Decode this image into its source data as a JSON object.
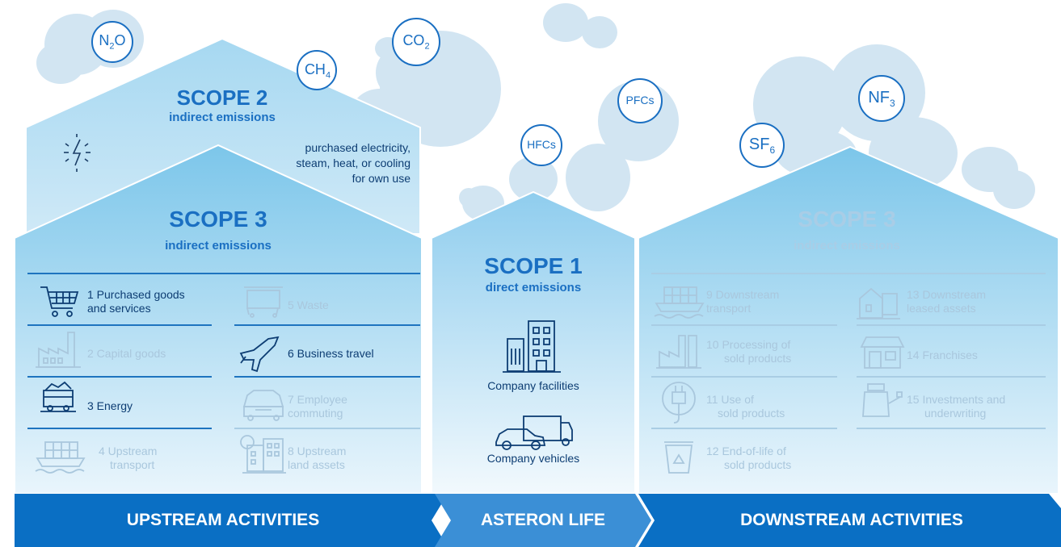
{
  "gases": {
    "n2o": {
      "main": "N",
      "sub": "2",
      "tail": "O"
    },
    "ch4": {
      "main": "CH",
      "sub": "4"
    },
    "co2": {
      "main": "CO",
      "sub": "2"
    },
    "pfcs": {
      "main": "PFCs"
    },
    "hfcs": {
      "main": "HFCs"
    },
    "sf6": {
      "main": "SF",
      "sub": "6"
    },
    "nf3": {
      "main": "NF",
      "sub": "3"
    }
  },
  "scope2": {
    "title": "SCOPE 2",
    "subtitle": "indirect emissions",
    "desc_lines": [
      "purchased electricity,",
      "steam, heat, or cooling",
      "for own use"
    ]
  },
  "scope3_up": {
    "title": "SCOPE 3",
    "subtitle": "indirect emissions",
    "items": [
      {
        "lines": [
          "1 Purchased goods",
          "and services"
        ],
        "icon": "shopping-cart-icon",
        "active": true
      },
      {
        "lines": [
          "5 Waste"
        ],
        "icon": "dumpster-icon",
        "active": false
      },
      {
        "lines": [
          "2 Capital goods"
        ],
        "icon": "factory-icon",
        "active": false
      },
      {
        "lines": [
          "6 Business travel"
        ],
        "icon": "airplane-icon",
        "active": true
      },
      {
        "lines": [
          "3 Energy"
        ],
        "icon": "coal-cart-icon",
        "active": true
      },
      {
        "lines": [
          "7 Employee",
          "commuting"
        ],
        "icon": "car-icon",
        "active": false
      },
      {
        "lines": [
          "4 Upstream",
          "transport"
        ],
        "icon": "cargo-ship-icon",
        "active": false
      },
      {
        "lines": [
          "8 Upstream",
          "land assets"
        ],
        "icon": "building-dollar-icon",
        "active": false
      }
    ]
  },
  "scope1": {
    "title": "SCOPE 1",
    "subtitle": "direct emissions",
    "facilities_label": "Company facilities",
    "vehicles_label": "Company vehicles"
  },
  "scope3_down": {
    "title": "SCOPE 3",
    "subtitle": "indirect emissions",
    "items": [
      {
        "lines": [
          "9 Downstream",
          "transport"
        ],
        "icon": "cargo-ship-icon",
        "active": false
      },
      {
        "lines": [
          "13 Downstream",
          "leased assets"
        ],
        "icon": "house-money-icon",
        "active": false
      },
      {
        "lines": [
          "10 Processing of",
          "sold products"
        ],
        "icon": "factory-icon",
        "active": false
      },
      {
        "lines": [
          "14 Franchises"
        ],
        "icon": "storefront-icon",
        "active": false
      },
      {
        "lines": [
          "11 Use of",
          "sold products"
        ],
        "icon": "plug-icon",
        "active": false
      },
      {
        "lines": [
          "15 Investments and",
          "underwriting"
        ],
        "icon": "money-jar-icon",
        "active": false
      },
      {
        "lines": [
          "12 End-of-life of",
          "sold products"
        ],
        "icon": "recycle-bin-icon",
        "active": false
      }
    ]
  },
  "bands": {
    "upstream": "UPSTREAM ACTIVITIES",
    "company": "ASTERON LIFE",
    "downstream": "DOWNSTREAM ACTIVITIES"
  },
  "colors": {
    "brand_blue": "#1a6fc2",
    "band_dark": "#0a6fc4",
    "band_mid": "#3b8fd6",
    "faded": "#a9c7dd",
    "cloud": "#cfe3f1"
  }
}
